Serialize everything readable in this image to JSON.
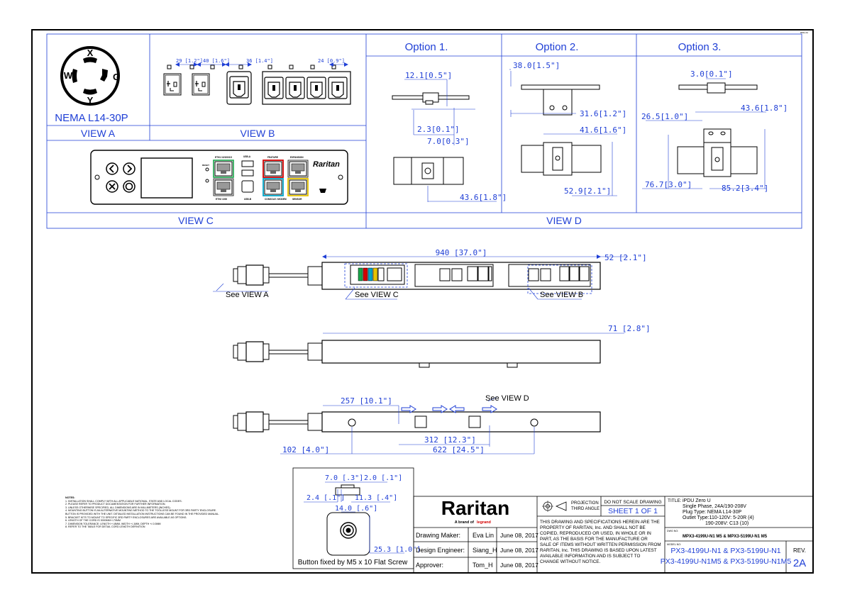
{
  "top_tag": "RDE-2A",
  "view_a": {
    "title": "NEMA L14-30P",
    "label": "VIEW A",
    "pins": [
      "X",
      "W",
      "G",
      "Y"
    ]
  },
  "view_b": {
    "label": "VIEW B",
    "dims": [
      "29 [1.2\"]",
      "40 [1.6\"]",
      "36 [1.4\"]",
      "24 [0.9\"]"
    ]
  },
  "view_c": {
    "label": "VIEW C",
    "port_labels": [
      "ETH1 10/100/1G",
      "USB-A",
      "FEATURE",
      "EXPANSION",
      "RESET",
      "ETH2 1000",
      "USB-B",
      "CONSOLE / MODEM",
      "SENSOR"
    ],
    "brand": "Raritan"
  },
  "view_d": {
    "label": "VIEW D",
    "options": [
      {
        "title": "Option 1.",
        "dims": [
          "12.1[0.5\"]",
          "2.3[0.1\"]",
          "7.0[0.3\"]",
          "43.6[1.8\"]"
        ]
      },
      {
        "title": "Option  2.",
        "dims": [
          "38.0[1.5\"]",
          "31.6[1.2\"]",
          "41.6[1.6\"]",
          "52.9[2.1\"]"
        ]
      },
      {
        "title": "Option 3.",
        "dims": [
          "3.0[0.1\"]",
          "43.6[1.8\"]",
          "26.5[1.0\"]",
          "76.7[3.0\"]",
          "85.2[3.4\"]"
        ]
      }
    ]
  },
  "main": {
    "dim_length": "940 [37.0\"]",
    "dim_depth": "52 [2.1\"]",
    "dim_width": "71 [2.8\"]",
    "see_a": "See VIEW A",
    "see_b": "See VIEW B",
    "see_c": "See VIEW C",
    "see_d": "See VIEW D",
    "dim_257": "257 [10.1\"]",
    "dim_312": "312 [12.3\"]",
    "dim_622": "622 [24.5\"]",
    "dim_102": "102 [4.0\"]"
  },
  "button": {
    "dims": [
      "7.0 [.3\"]",
      "2.0 [.1\"]",
      "2.4 [.1\"]",
      "11.3 [.4\"]",
      "14.0 [.6\"]",
      "25.3 [1.0\"]"
    ],
    "caption": "Button fixed by M5 x 10 Flat Screw"
  },
  "notes": {
    "title": "NOTES:",
    "items": [
      "1. INSTALLATION SHALL COMPLY WITH ALL APPLICABLE NATIONAL, STATE AND LOCAL CODES.",
      "2. PLEASE REFER TO PRODUCT DOCUMENTATION FOR FURTHER INFORMATION.",
      "3. UNLESS OTHERWISE SPECIFIED, ALL DIMENSIONS ARE IN MILLIMETERS (INCHES).",
      "4. MOUNTING BUTTON IS AN ALTERNATIVE MOUNTING METHOD TO THE TOOLLESS MOUNT FOR 3RD PARTY ENCLOSURE.",
      "   BUTTON IS PROVIDED WITH THE UNIT. DETAILED INSTALLATION INSTRUCTIONS CAN BE FOUND IN THE PROVIDED MANUAL.",
      "5. BRACKET KITS TO MOUNT TO SPECIFIC 3RD PARTY ENCLOSURES ARE AVAILABLE AS OPTIONS.",
      "6. LENGTH OF THE CORD IS 3000MM+/-70MM",
      "7. DIMENSION TOLERANCE: LENGTH +/-8MM, WIDTH +/-1MM, DEPTH +/-0.5MM",
      "8. REFER TO THE TABLE FOR DETAIL CORD LENGTH DEFINITION"
    ]
  },
  "title_block": {
    "logo": "Raritan",
    "logo_sub_prefix": "A brand of",
    "logo_sub_brand": "legrand",
    "rows": [
      {
        "role": "Drawing Maker:",
        "name": "Eva Lin",
        "date": "June 08, 2017"
      },
      {
        "role": "Design Engineer:",
        "name": "Siang_H",
        "date": "June 08, 2017"
      },
      {
        "role": "Approver:",
        "name": "Tom_H",
        "date": "June 08, 2017"
      }
    ],
    "projection_1": "PROJECTION",
    "projection_2": "THIRD ANGLE",
    "do_not_scale": "DO NOT SCALE DRAWING",
    "sheet": "SHEET 1 OF 1",
    "legal": [
      "THIS DRAWING AND SPECIFICATIONS HEREIN ARE THE",
      "PROPERTY OF RARITAN, Inc. AND SHALL NOT BE",
      "COPIED, REPRODUCED OR USED, IN WHOLE OR IN",
      "PART, AS THE BASIS FOR THE MANUFACTURE OR",
      "SALE OF ITEMS WITHOUT WRITTEN PERMISSION FROM",
      "RARITAN, Inc. THIS DRAWING IS BASED UPON LATEST",
      "AVAILABLE INFORMATION AND IS SUBJECT TO",
      "CHANGE WITHOUT NOTICE."
    ],
    "title_label": "TITLE:",
    "title_lines": [
      "iPDU Zero U",
      "Single Phase, 24A/190-208V",
      "Plug Type: NEMA L14-30P",
      "Outlet Type:110-120V: 5-20R (4)",
      "190-208V: C13 (10)"
    ],
    "dwg_label": "DWG NO:",
    "dwg_no": "MPX3-4199U-N1 M5 & MPX3-5199U-N1 M5",
    "model_label": "MODEL NO:",
    "model_1": "PX3-4199U-N1 & PX3-5199U-N1",
    "model_2": "PX3-4199U-N1M5 & PX3-5199U-N1M5",
    "rev_label": "REV.",
    "rev": "2A"
  },
  "colors": {
    "accent": "#1f3fd6",
    "line": "#000000",
    "port_red": "#d40000",
    "port_cyan": "#00a6c8",
    "port_yellow": "#e8c400",
    "port_green": "#19a54a"
  }
}
